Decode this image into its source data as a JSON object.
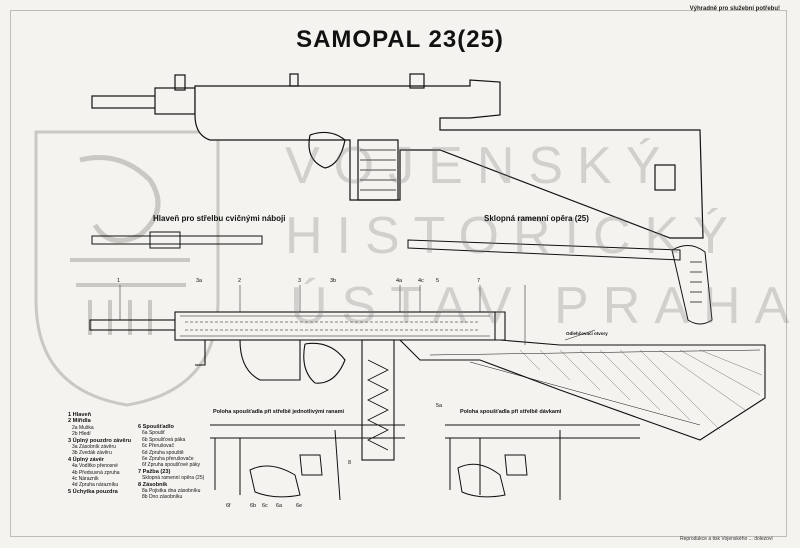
{
  "title": "SAMOPAL 23(25)",
  "corner_note": "Výhradně pro služební potřebu!",
  "labels": {
    "barrel_blank": "Hlaveň pro střelbu cvičnými náboji",
    "folding_stock": "Sklopná ramenní opěra (25)",
    "cut_parts": "Odlehčovací otvory",
    "single_fire": "Poloha spoušťadla při střelbě jednotlivými ranami",
    "burst_fire": "Poloha spoušťadla při střelbě dávkami"
  },
  "watermark": [
    "VOJENSKÝ",
    "HISTORICKÝ",
    "ÚSTAV PRAHA"
  ],
  "callouts": {
    "top": [
      "1",
      "2",
      "3",
      "4a",
      "4c",
      "5",
      "7",
      "3a",
      "3b"
    ],
    "mag": "8",
    "side": "5a"
  },
  "legend_col1": [
    {
      "t": "1 Hlaveň",
      "h": true
    },
    {
      "t": "2 Mířidla",
      "h": true
    },
    {
      "t": "2a Muška",
      "h": false
    },
    {
      "t": "2b Hledí",
      "h": false
    },
    {
      "t": "3 Úplný pouzdro závěru",
      "h": true
    },
    {
      "t": "3a Zásobník závěru",
      "h": false
    },
    {
      "t": "3b Zvedák závěru",
      "h": false
    },
    {
      "t": "4 Úplný závěr",
      "h": true
    },
    {
      "t": "4a Vodítko přenosné",
      "h": false
    },
    {
      "t": "4b Předsuvná zpruha",
      "h": false
    },
    {
      "t": "4c Nárazník",
      "h": false
    },
    {
      "t": "4d Zpruha nárazníku",
      "h": false
    },
    {
      "t": "5 Úchytka pouzdra",
      "h": true
    }
  ],
  "legend_col2": [
    {
      "t": "6 Spoušťadlo",
      "h": true
    },
    {
      "t": "6a Spoušť",
      "h": false
    },
    {
      "t": "6b Spoušťová páka",
      "h": false
    },
    {
      "t": "6c Přerušovač",
      "h": false
    },
    {
      "t": "6d Zpruha spouště",
      "h": false
    },
    {
      "t": "6e Zpruha přerušovače",
      "h": false
    },
    {
      "t": "6f Zpruha spoušťové páky",
      "h": false
    },
    {
      "t": "7 Pažba (23)",
      "h": true
    },
    {
      "t": "Sklopná ramenní opěra (25)",
      "h": false
    },
    {
      "t": "8 Zásobník",
      "h": true
    },
    {
      "t": "8a Pojistka dna zásobníku",
      "h": false
    },
    {
      "t": "8b Dno zásobníku",
      "h": false
    }
  ],
  "detail_nums": [
    "6f",
    "6b",
    "6c",
    "6a",
    "6e"
  ],
  "footer": "Reprodukce a tisk Vojenského ... dolezovi"
}
